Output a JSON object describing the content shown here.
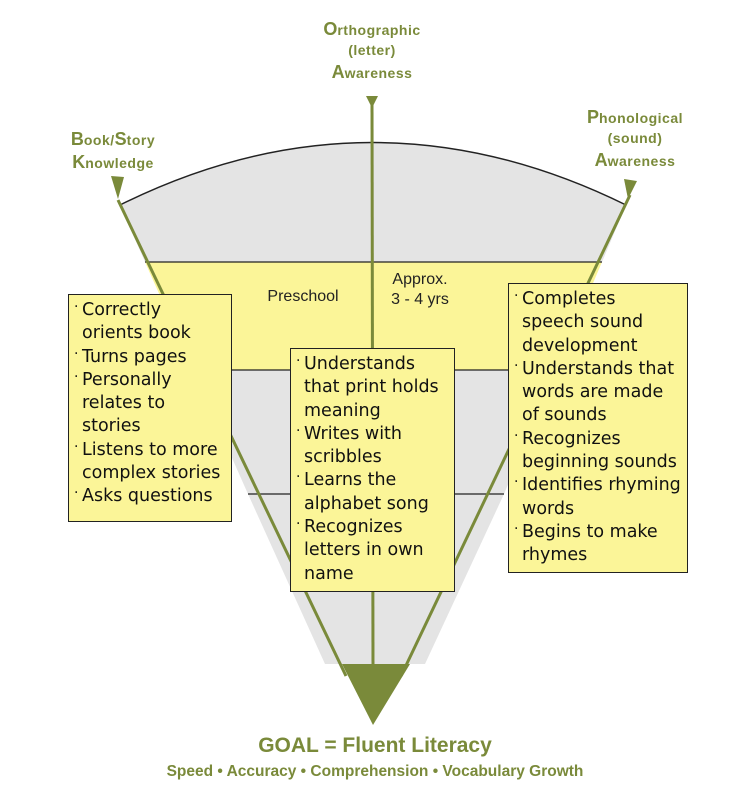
{
  "axes": {
    "left": {
      "cap1": "B",
      "rest1": "ook/",
      "cap2": "S",
      "rest2": "tory",
      "cap3": "K",
      "rest3": "nowledge"
    },
    "center": {
      "cap1": "O",
      "rest1": "rthographic",
      "line2": "(letter)",
      "cap3": "A",
      "rest3": "wareness"
    },
    "right": {
      "cap1": "P",
      "rest1": "honological",
      "line2": "(sound)",
      "cap3": "A",
      "rest3": "wareness"
    }
  },
  "stage": {
    "label": "Preschool",
    "age_line1": "Approx.",
    "age_line2": "3 - 4 yrs"
  },
  "boxes": {
    "book": [
      "Correctly orients book",
      "Turns pages",
      "Personally relates to stories",
      "Listens to more complex stories",
      "Asks questions"
    ],
    "letter": [
      "Understands that print holds meaning",
      "Writes with scribbles",
      "Learns the alphabet song",
      "Recognizes letters in own name"
    ],
    "sound": [
      "Completes speech sound development",
      "Understands that words are made of sounds",
      "Recognizes beginning sounds",
      "Identifies rhyming words",
      "Begins to make rhymes"
    ]
  },
  "goal": {
    "title": "GOAL = Fluent Literacy",
    "subtitle": "Speed • Accuracy • Comprehension • Vocabulary Growth"
  },
  "colors": {
    "olive": "#7a8a3a",
    "grey_band": "#e4e4e4",
    "yellow_band": "#fbf598",
    "outline": "#222222"
  }
}
